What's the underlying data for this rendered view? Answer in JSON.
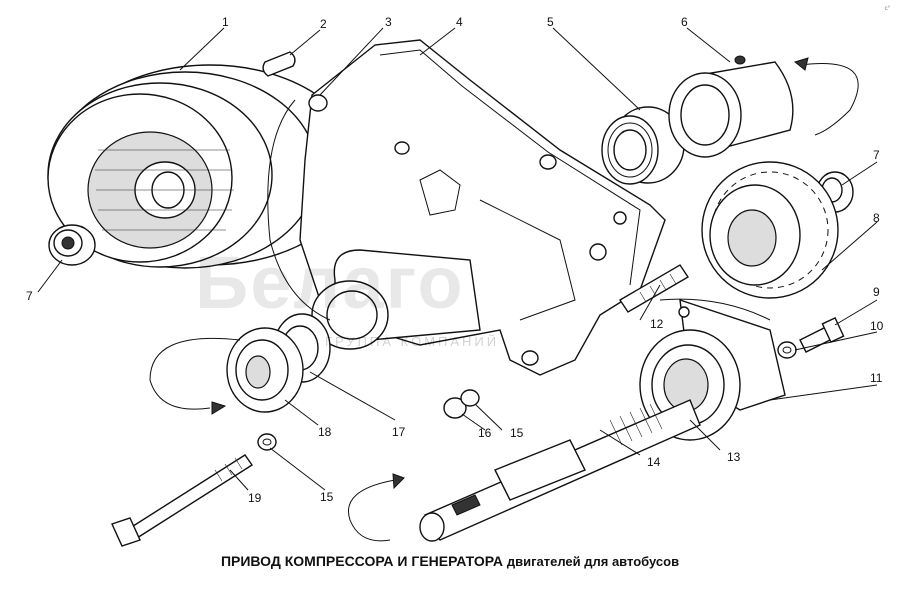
{
  "title": "ПРИВОД КОМПРЕССОРА И ГЕНЕРАТОРА",
  "subtitle": "двигателей для автобусов",
  "watermark": {
    "brand": "Белаго",
    "sub": "ГРУППА КОМПАНИЙ"
  },
  "corner_mark": "c°",
  "callouts": [
    "1",
    "2",
    "3",
    "4",
    "5",
    "6",
    "7",
    "7",
    "8",
    "9",
    "10",
    "11",
    "12",
    "13",
    "14",
    "15",
    "15",
    "16",
    "17",
    "18",
    "19"
  ]
}
